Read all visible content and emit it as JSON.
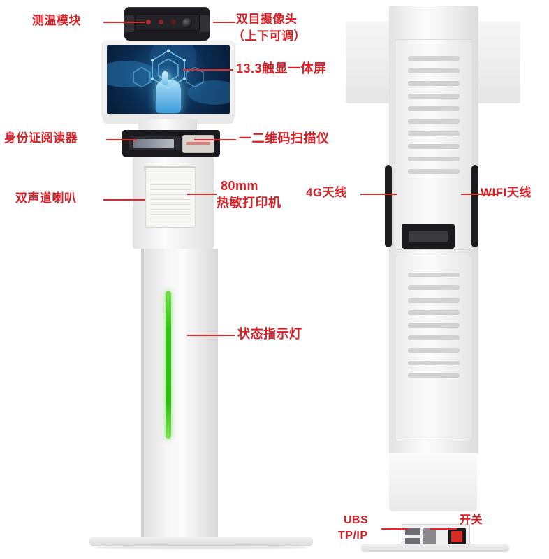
{
  "diagram": {
    "title": "Self-service kiosk terminal annotated diagram",
    "accent_color": "#d81f26",
    "leader_color": "#e02a2a",
    "status_led_color": "#35c516"
  },
  "annotations": {
    "temperature_module": "测温模块",
    "binocular_camera_line1": "双目摄像头",
    "binocular_camera_line2": "（上下可调）",
    "touch_screen": "13.3触显一体屏",
    "id_card_reader": "身份证阅读器",
    "code_scanner": "一二维码扫描仪",
    "dual_speaker": "双声道喇叭",
    "printer_line1": "80mm",
    "printer_line2": "热敏打印机",
    "antenna_4g": "4G天线",
    "antenna_wifi": "WIFI天线",
    "status_indicator": "状态指示灯",
    "usb_line1": "UBS",
    "usb_line2": "TP/IP",
    "power_switch": "开关"
  }
}
